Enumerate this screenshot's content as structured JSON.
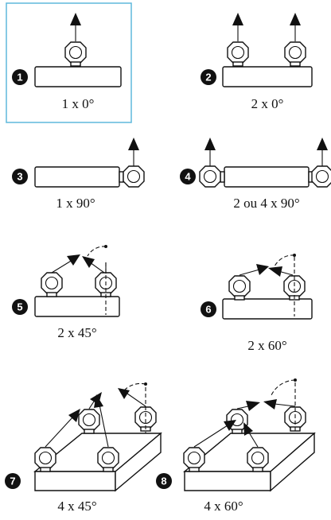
{
  "configurations": [
    {
      "badge": "1",
      "caption": "1 x 0°"
    },
    {
      "badge": "2",
      "caption": "2 x 0°"
    },
    {
      "badge": "3",
      "caption": "1 x 90°"
    },
    {
      "badge": "4",
      "caption": "2 ou 4 x 90°"
    },
    {
      "badge": "5",
      "caption": "2 x 45°"
    },
    {
      "badge": "6",
      "caption": "2 x 60°"
    },
    {
      "badge": "7",
      "caption": "4 x 45°"
    },
    {
      "badge": "8",
      "caption": "4 x 60°"
    }
  ],
  "colors": {
    "highlight_frame": "#5fb8dc",
    "ink": "#111111"
  },
  "icons": [
    "eyenut-icon",
    "load-arrow-icon",
    "angle-arc-icon"
  ]
}
